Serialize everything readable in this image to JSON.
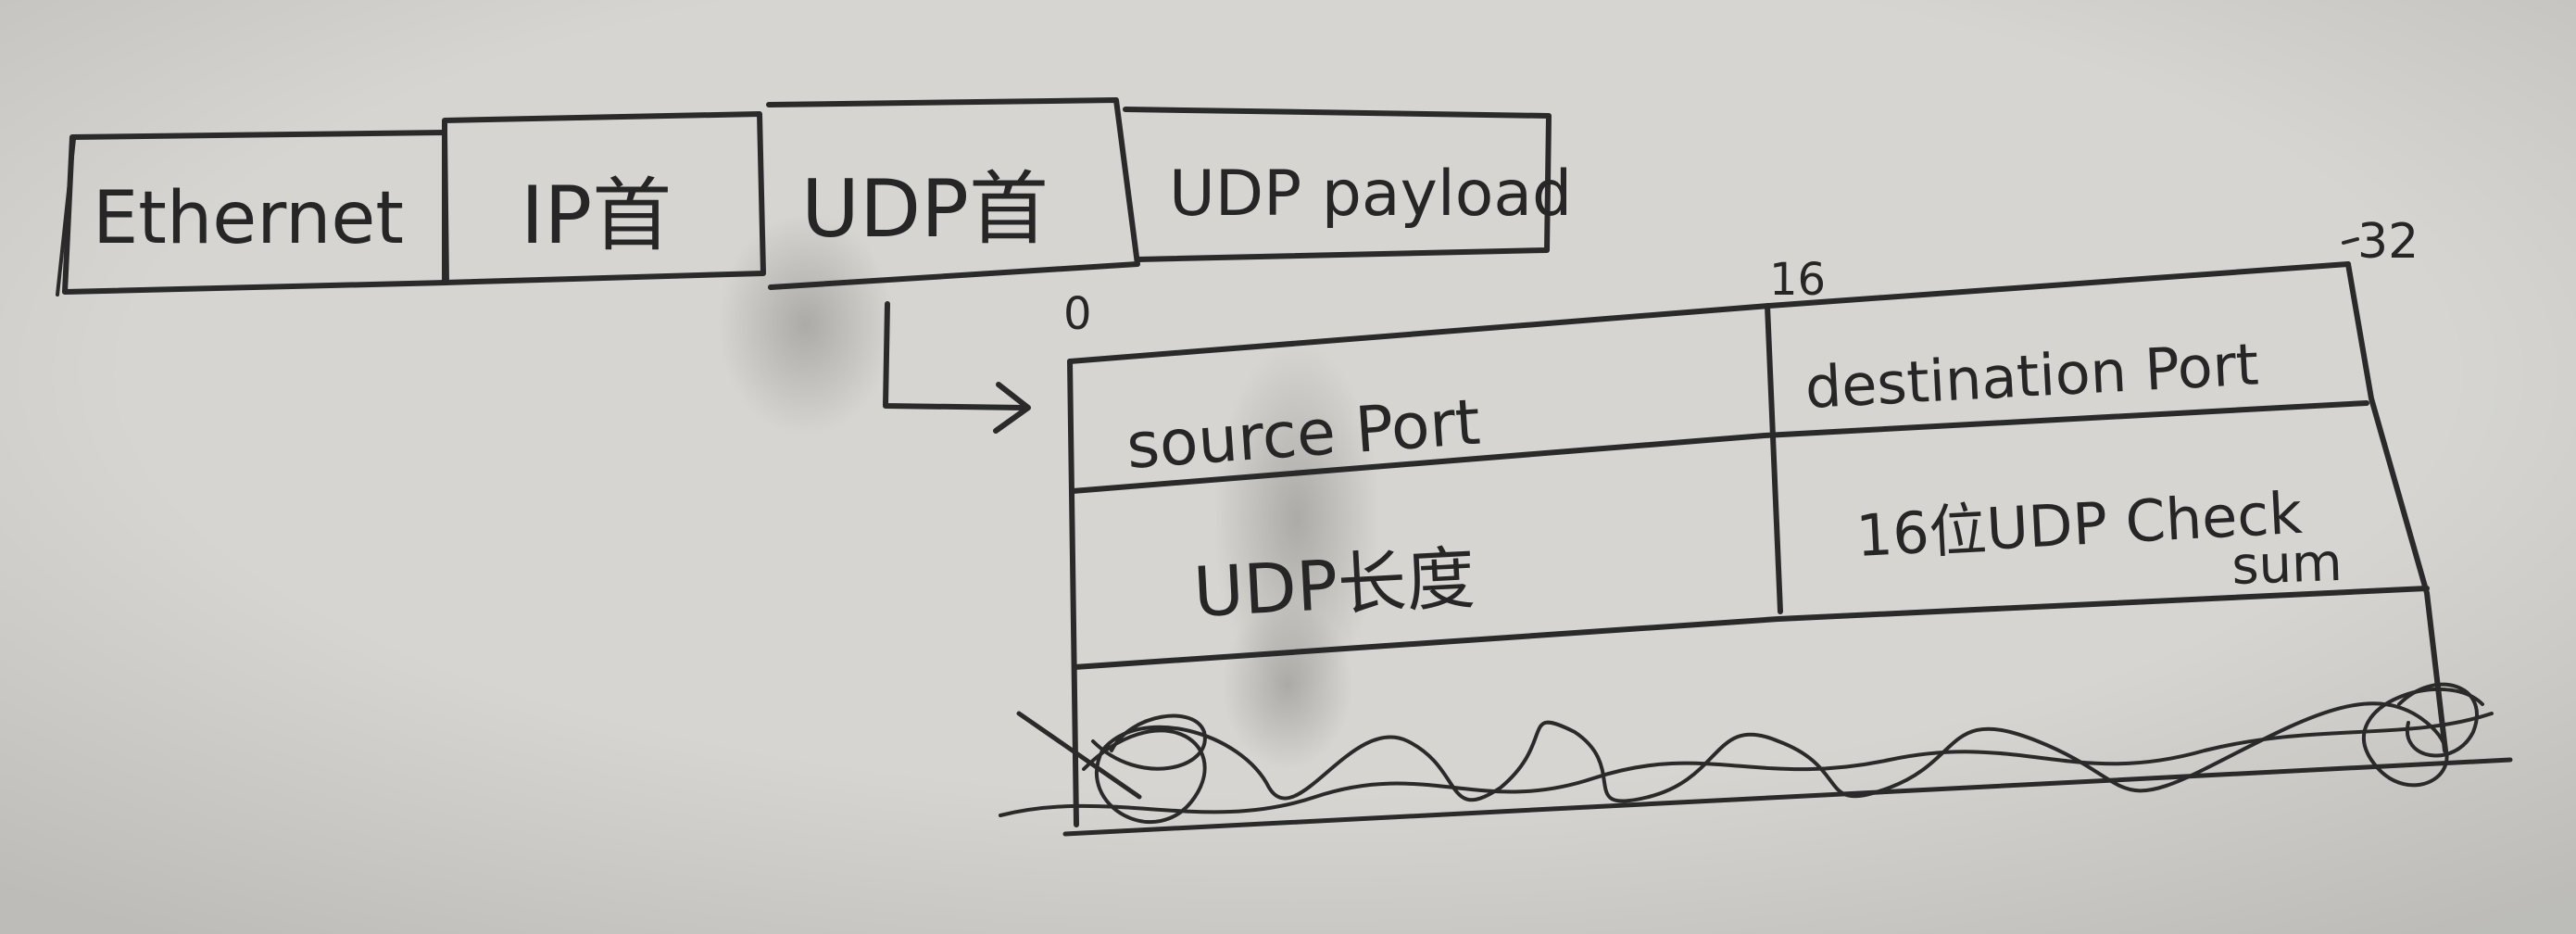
{
  "packet_headers": [
    {
      "label": "Ethernet"
    },
    {
      "label": "IP首"
    },
    {
      "label": "UDP首"
    },
    {
      "label": "UDP payload"
    }
  ],
  "bit_markers": {
    "start": "0",
    "middle": "16",
    "end": "32"
  },
  "udp_header_fields": {
    "source_port": "source Port",
    "destination_port": "destination Port",
    "length": "UDP长度",
    "checksum_line1": "16位UDP Check",
    "checksum_line2": "sum"
  },
  "colors": {
    "paper": "#d6d5d1",
    "ink": "#2a2a2a"
  }
}
